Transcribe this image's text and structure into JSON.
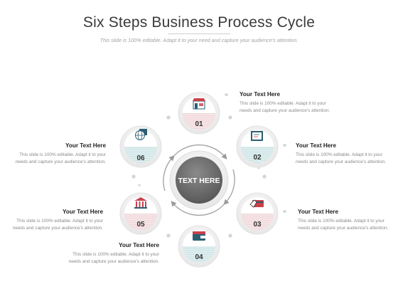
{
  "title": "Six Steps Business Process Cycle",
  "subtitle": "This slide is 100% editable. Adapt it to your need and capture your audience's attention.",
  "hub": {
    "label": "TEXT HERE"
  },
  "steps": [
    {
      "number": "01",
      "icon": "store-icon",
      "heading": "Your Text Here",
      "body": "This slide is 100% editable. Adapt it to your needs and capture your audience's attention.",
      "color": "#f4dfe1"
    },
    {
      "number": "02",
      "icon": "certificate-icon",
      "heading": "Your Text Here",
      "body": "This slide is 100% editable. Adapt it to your needs and capture your audience's attention.",
      "color": "#d8eced"
    },
    {
      "number": "03",
      "icon": "card-payment-icon",
      "heading": "Your Text Here",
      "body": "This slide is 100% editable. Adapt it to your needs and capture your audience's attention.",
      "color": "#f4dfe1"
    },
    {
      "number": "04",
      "icon": "wallet-icon",
      "heading": "Your Text Here",
      "body": "This slide is 100% editable. Adapt it to your needs and capture your audience's attention.",
      "color": "#d8eced"
    },
    {
      "number": "05",
      "icon": "bank-icon",
      "heading": "Your Text Here",
      "body": "This slide is 100% editable. Adapt it to your needs and capture your audience's attention.",
      "color": "#f4dfe1"
    },
    {
      "number": "06",
      "icon": "globe-network-icon",
      "heading": "Your Text Here",
      "body": "This slide is 100% editable. Adapt it to your needs and capture your audience's attention.",
      "color": "#d8eced"
    }
  ],
  "colors": {
    "accent_red": "#c8414b",
    "accent_teal": "#2a5f73",
    "hub": "#6e6e6e"
  }
}
